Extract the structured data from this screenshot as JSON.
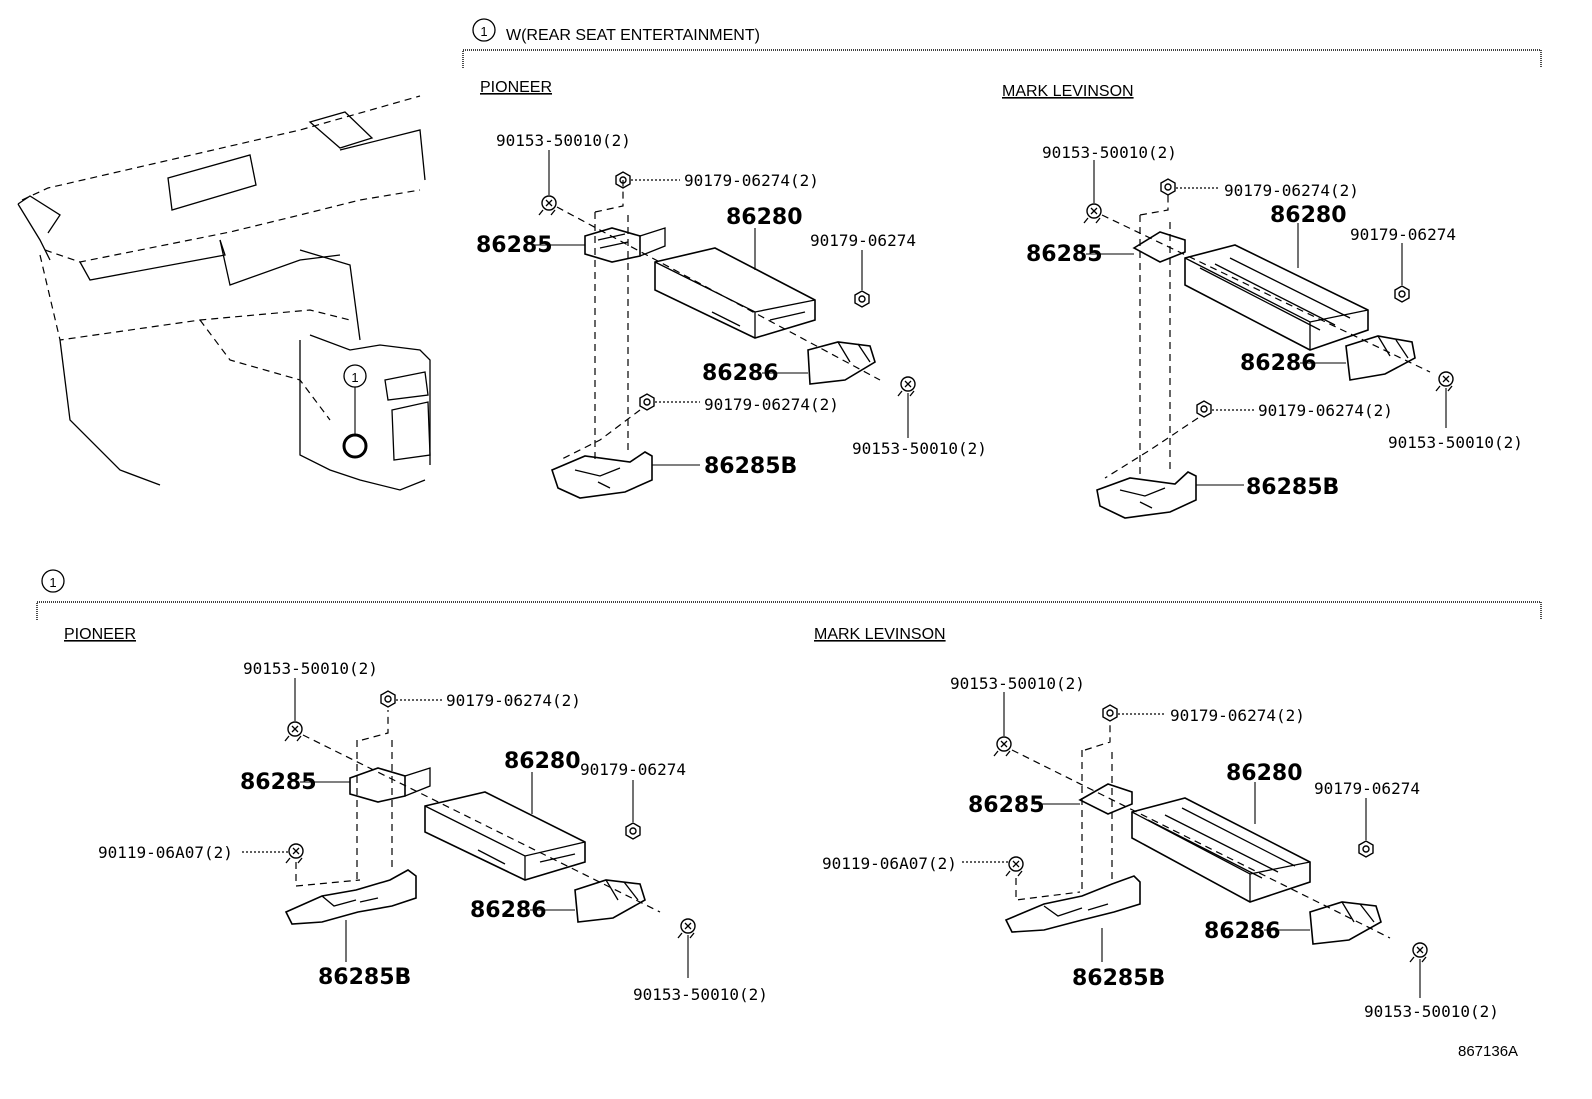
{
  "callout_number": "1",
  "header_top": "W(REAR SEAT ENTERTAINMENT)",
  "sections": {
    "top_left": "PIONEER",
    "top_right": "MARK LEVINSON",
    "bottom_left": "PIONEER",
    "bottom_right": "MARK LEVINSON"
  },
  "parts": {
    "amplifier": "86280",
    "bracket_front": "86285",
    "bracket_rear": "86286",
    "bracket_lower": "86285B",
    "screw": "90153-50010(2)",
    "nut": "90179-06274",
    "nut_x2": "90179-06274(2)",
    "bolt": "90119-06A07(2)"
  },
  "diagram_id": "867136A"
}
